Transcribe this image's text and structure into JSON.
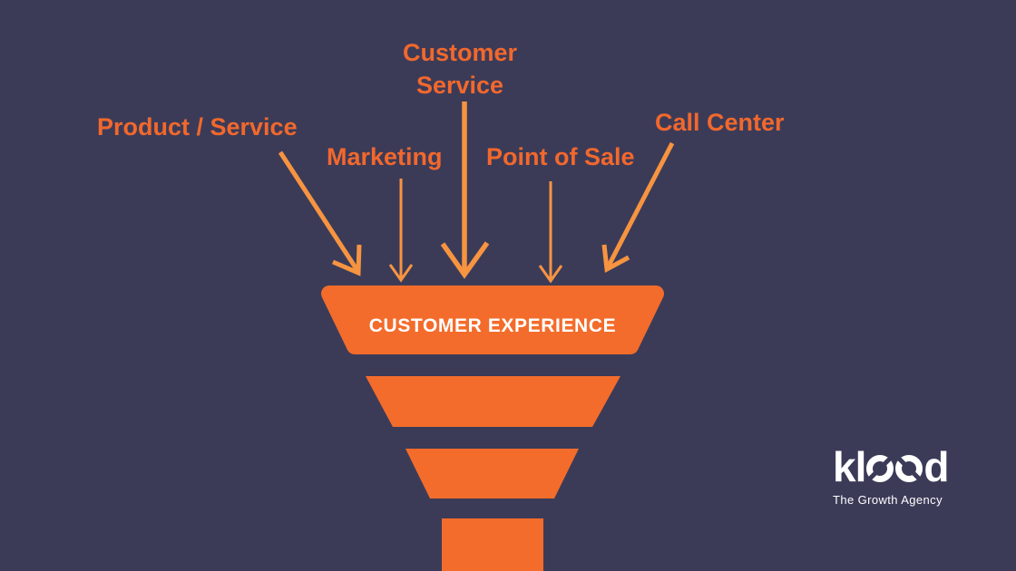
{
  "colors": {
    "bg": "#3B3B58",
    "label": "#F2682C",
    "arrow": "#F79440",
    "funnel": "#F36C2B",
    "funnel_text": "#FFFFFF",
    "logo_text": "#FFFFFF"
  },
  "touchpoints": [
    {
      "id": "product-service",
      "label": "Product / Service"
    },
    {
      "id": "marketing",
      "label": "Marketing"
    },
    {
      "id": "customer-service",
      "label": "Customer Service"
    },
    {
      "id": "point-of-sale",
      "label": "Point of Sale"
    },
    {
      "id": "call-center",
      "label": "Call Center"
    }
  ],
  "funnel": {
    "stage_label": "CUSTOMER EXPERIENCE",
    "tier_count": 4
  },
  "logo": {
    "wordmark": "klood",
    "wordmark_start": "kl",
    "wordmark_end": "d",
    "tagline": "The Growth Agency"
  }
}
